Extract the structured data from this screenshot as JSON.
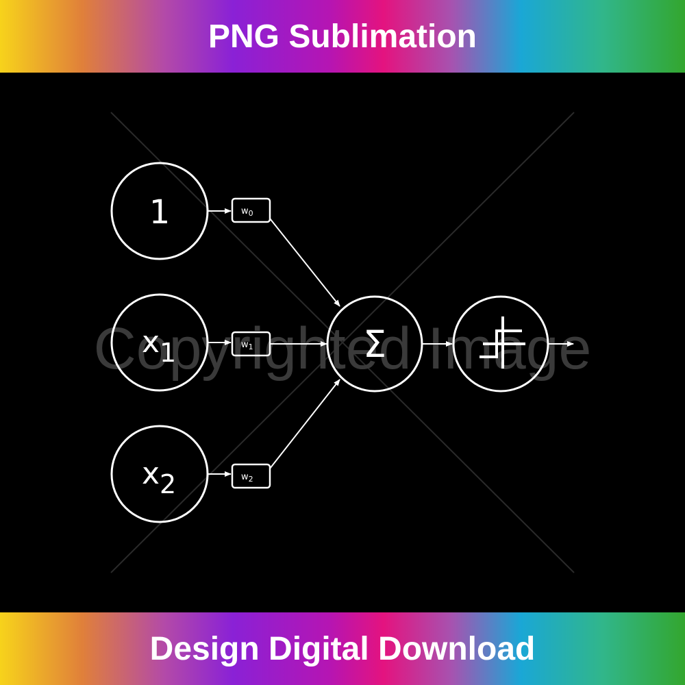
{
  "banner": {
    "top_text": "PNG Sublimation",
    "bottom_text": "Design Digital Download"
  },
  "watermark": {
    "text": "Copyrighted Image"
  },
  "diagram": {
    "inputs": [
      {
        "label": "1",
        "sub": ""
      },
      {
        "label": "x",
        "sub": "1"
      },
      {
        "label": "x",
        "sub": "2"
      }
    ],
    "weights": [
      {
        "label": "w",
        "sub": "0"
      },
      {
        "label": "w",
        "sub": "1"
      },
      {
        "label": "w",
        "sub": "2"
      }
    ],
    "sum_symbol": "Σ",
    "activation": "step-function-icon"
  },
  "colors": {
    "background": "#000000",
    "stroke": "#ffffff",
    "watermark": "#3a3a3a"
  }
}
